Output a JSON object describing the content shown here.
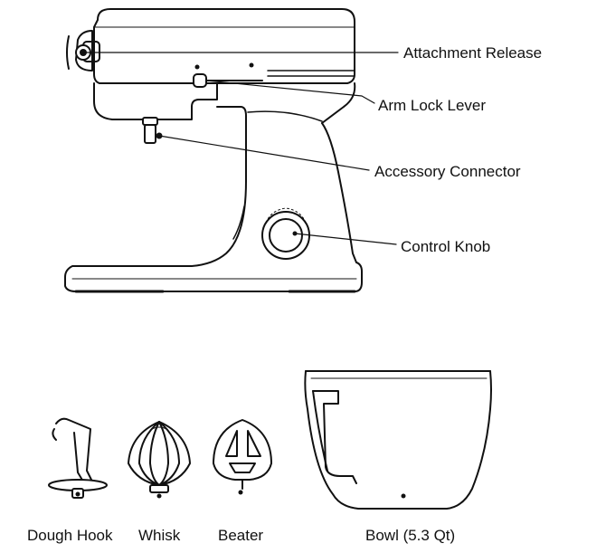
{
  "callouts": {
    "attachment_release": "Attachment Release",
    "arm_lock_lever": "Arm Lock Lever",
    "accessory_connector": "Accessory Connector",
    "control_knob": "Control Knob"
  },
  "accessories": {
    "dough_hook": "Dough Hook",
    "whisk": "Whisk",
    "beater": "Beater",
    "bowl": "Bowl (5.3 Qt)"
  }
}
